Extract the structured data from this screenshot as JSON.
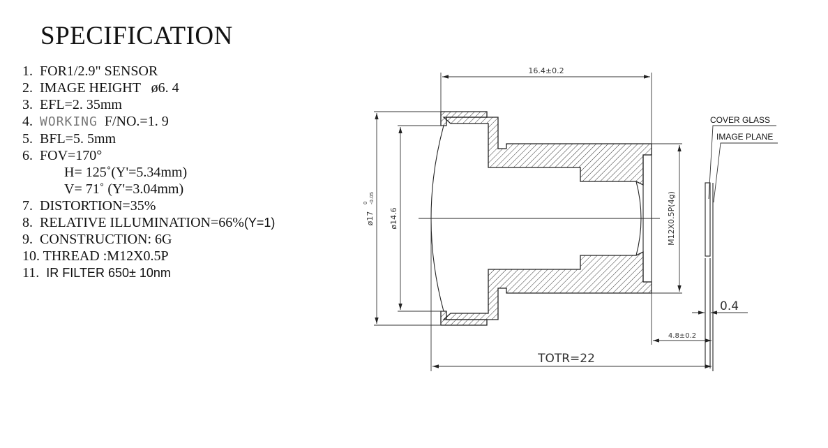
{
  "title": "SPECIFICATION",
  "specs": [
    {
      "num": "1.",
      "text": "FOR1/2.9\" SENSOR"
    },
    {
      "num": "2.",
      "text": "IMAGE HEIGHT   ø6. 4"
    },
    {
      "num": "3.",
      "text": "EFL=2. 35mm"
    },
    {
      "num": "4.",
      "prefix": "WORKING",
      "text": "F/NO.=1. 9"
    },
    {
      "num": "5.",
      "text": "BFL=5. 5mm"
    },
    {
      "num": "6.",
      "text": "FOV=170°"
    },
    {
      "num": "",
      "text": "H= 125˚(Y'=5.34mm)"
    },
    {
      "num": "",
      "text": "V= 71˚ (Y'=3.04mm)"
    },
    {
      "num": "7.",
      "text": "DISTORTION=35%"
    },
    {
      "num": "8.",
      "text": "RELATIVE ILLUMINATION=66%",
      "suffix": "(Y=1)"
    },
    {
      "num": "9.",
      "text": "CONSTRUCTION: 6G"
    },
    {
      "num": "10.",
      "text": "THREAD :M12X0.5P"
    },
    {
      "num": "11.",
      "text": "IR FILTER 650± 10nm"
    }
  ],
  "drawing": {
    "length_dim": "16.4±0.2",
    "outer_diameter": "ø17",
    "outer_tol_upper": "0",
    "outer_tol_lower": "-0.05",
    "inner_diameter": "ø14.6",
    "thread_dim": "M12X0.5P(4g)",
    "cover_glass_label": "COVER GLASS",
    "image_plane_label": "IMAGE PLANE",
    "glass_thickness": "0.4",
    "back_dim": "4.8±0.2",
    "total_track": "TOTR=22"
  }
}
